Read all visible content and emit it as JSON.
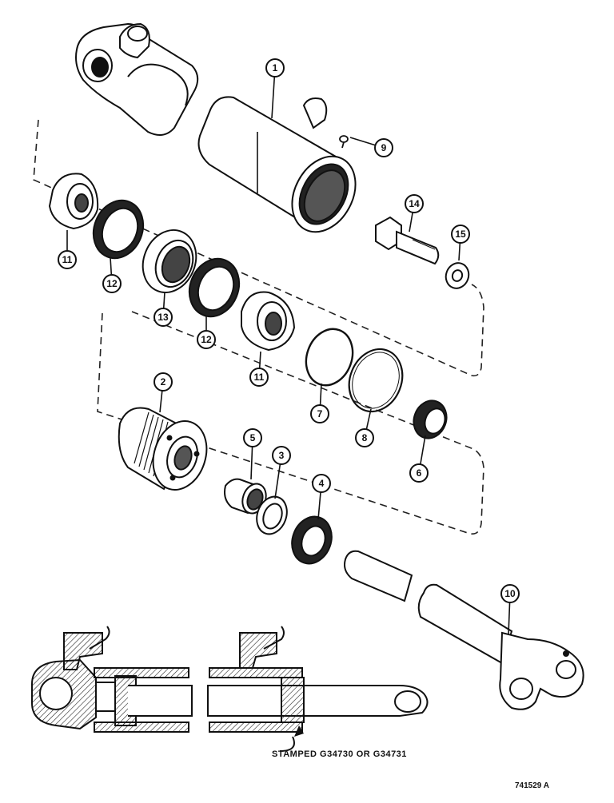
{
  "callouts": [
    {
      "label": "1",
      "part": "barrel"
    },
    {
      "label": "2",
      "part": "piston"
    },
    {
      "label": "3",
      "part": "wear-ring"
    },
    {
      "label": "4",
      "part": "rod-seal"
    },
    {
      "label": "5",
      "part": "bushing"
    },
    {
      "label": "6",
      "part": "wiper"
    },
    {
      "label": "7",
      "part": "o-ring"
    },
    {
      "label": "8",
      "part": "backup-ring"
    },
    {
      "label": "9",
      "part": "screw"
    },
    {
      "label": "10",
      "part": "rod"
    },
    {
      "label": "11",
      "part": "gland"
    },
    {
      "label": "12",
      "part": "seal"
    },
    {
      "label": "13",
      "part": "wear-ring-large"
    },
    {
      "label": "14",
      "part": "bolt"
    },
    {
      "label": "15",
      "part": "washer"
    }
  ],
  "note": "STAMPED G34730 OR G34731",
  "figure_id": "741529 A"
}
